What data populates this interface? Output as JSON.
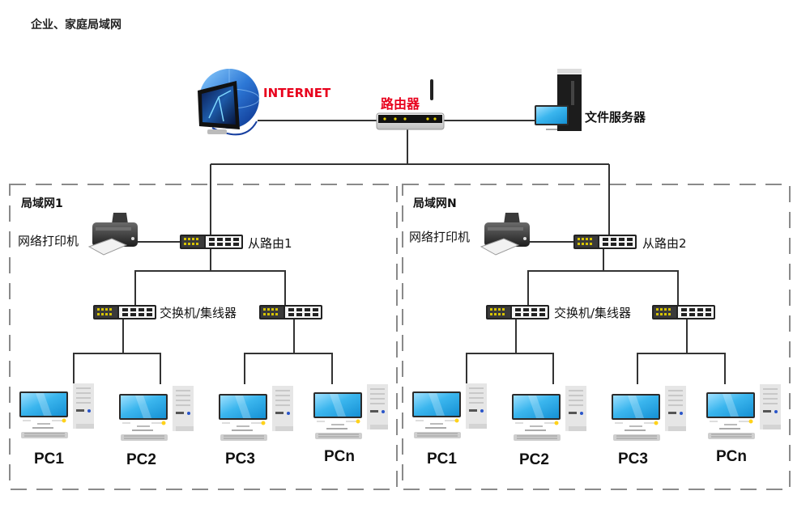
{
  "title": "企业、家庭局域网",
  "internet": {
    "label": "INTERNET",
    "icon": "internet-globe-monitor-icon"
  },
  "main_router": {
    "label": "路由器",
    "icon": "router-icon"
  },
  "file_server": {
    "label": "文件服务器",
    "icon": "file-server-icon"
  },
  "lans": [
    {
      "label": "局域网1",
      "printer_label": "网络打印机",
      "sub_router_label": "从路由1",
      "switch_label": "交换机/集线器",
      "pcs": [
        "PC1",
        "PC2",
        "PC3",
        "PCn"
      ]
    },
    {
      "label": "局域网N",
      "printer_label": "网络打印机",
      "sub_router_label": "从路由2",
      "switch_label": "交换机/集线器",
      "pcs": [
        "PC1",
        "PC2",
        "PC3",
        "PCn"
      ]
    }
  ],
  "colors": {
    "accent_red": "#e8001c",
    "screen_blue": "#29a8e0",
    "dashed_border": "#8a8a8a",
    "wire": "#333333"
  }
}
